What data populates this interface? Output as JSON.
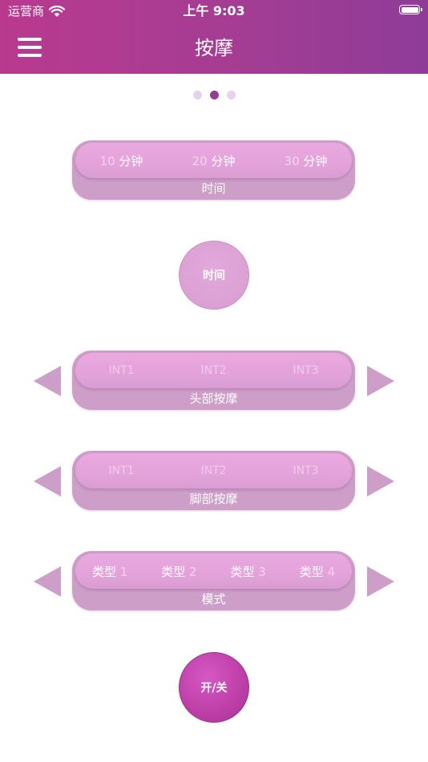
{
  "status_bar": {
    "carrier": "运营商",
    "time": "上午 9:03"
  },
  "nav": {
    "title": "按摩",
    "menu_icon": "hamburger-menu-icon"
  },
  "pager": {
    "count": 3,
    "active_index": 1
  },
  "time_selector": {
    "options": [
      {
        "num": "10",
        "unit": "分钟"
      },
      {
        "num": "20",
        "unit": "分钟"
      },
      {
        "num": "30",
        "unit": "分钟"
      }
    ],
    "label": "时间"
  },
  "time_button": {
    "label": "时间"
  },
  "head_massage": {
    "options": [
      "INT1",
      "INT2",
      "INT3"
    ],
    "label": "头部按摩"
  },
  "foot_massage": {
    "options": [
      "INT1",
      "INT2",
      "INT3"
    ],
    "label": "脚部按摩"
  },
  "mode": {
    "options": [
      {
        "text": "类型",
        "num": "1"
      },
      {
        "text": "类型",
        "num": "2"
      },
      {
        "text": "类型",
        "num": "3"
      },
      {
        "text": "类型",
        "num": "4"
      }
    ],
    "label": "模式"
  },
  "power_button": {
    "label": "开/关"
  },
  "colors": {
    "header_start": "#b93a8f",
    "header_end": "#8e3c98",
    "pill": "#cc9ec8",
    "pill_top": "#e3a3da",
    "power": "#c040a8",
    "dot_active": "#923d94",
    "dot_inactive": "#e4d3ea"
  }
}
